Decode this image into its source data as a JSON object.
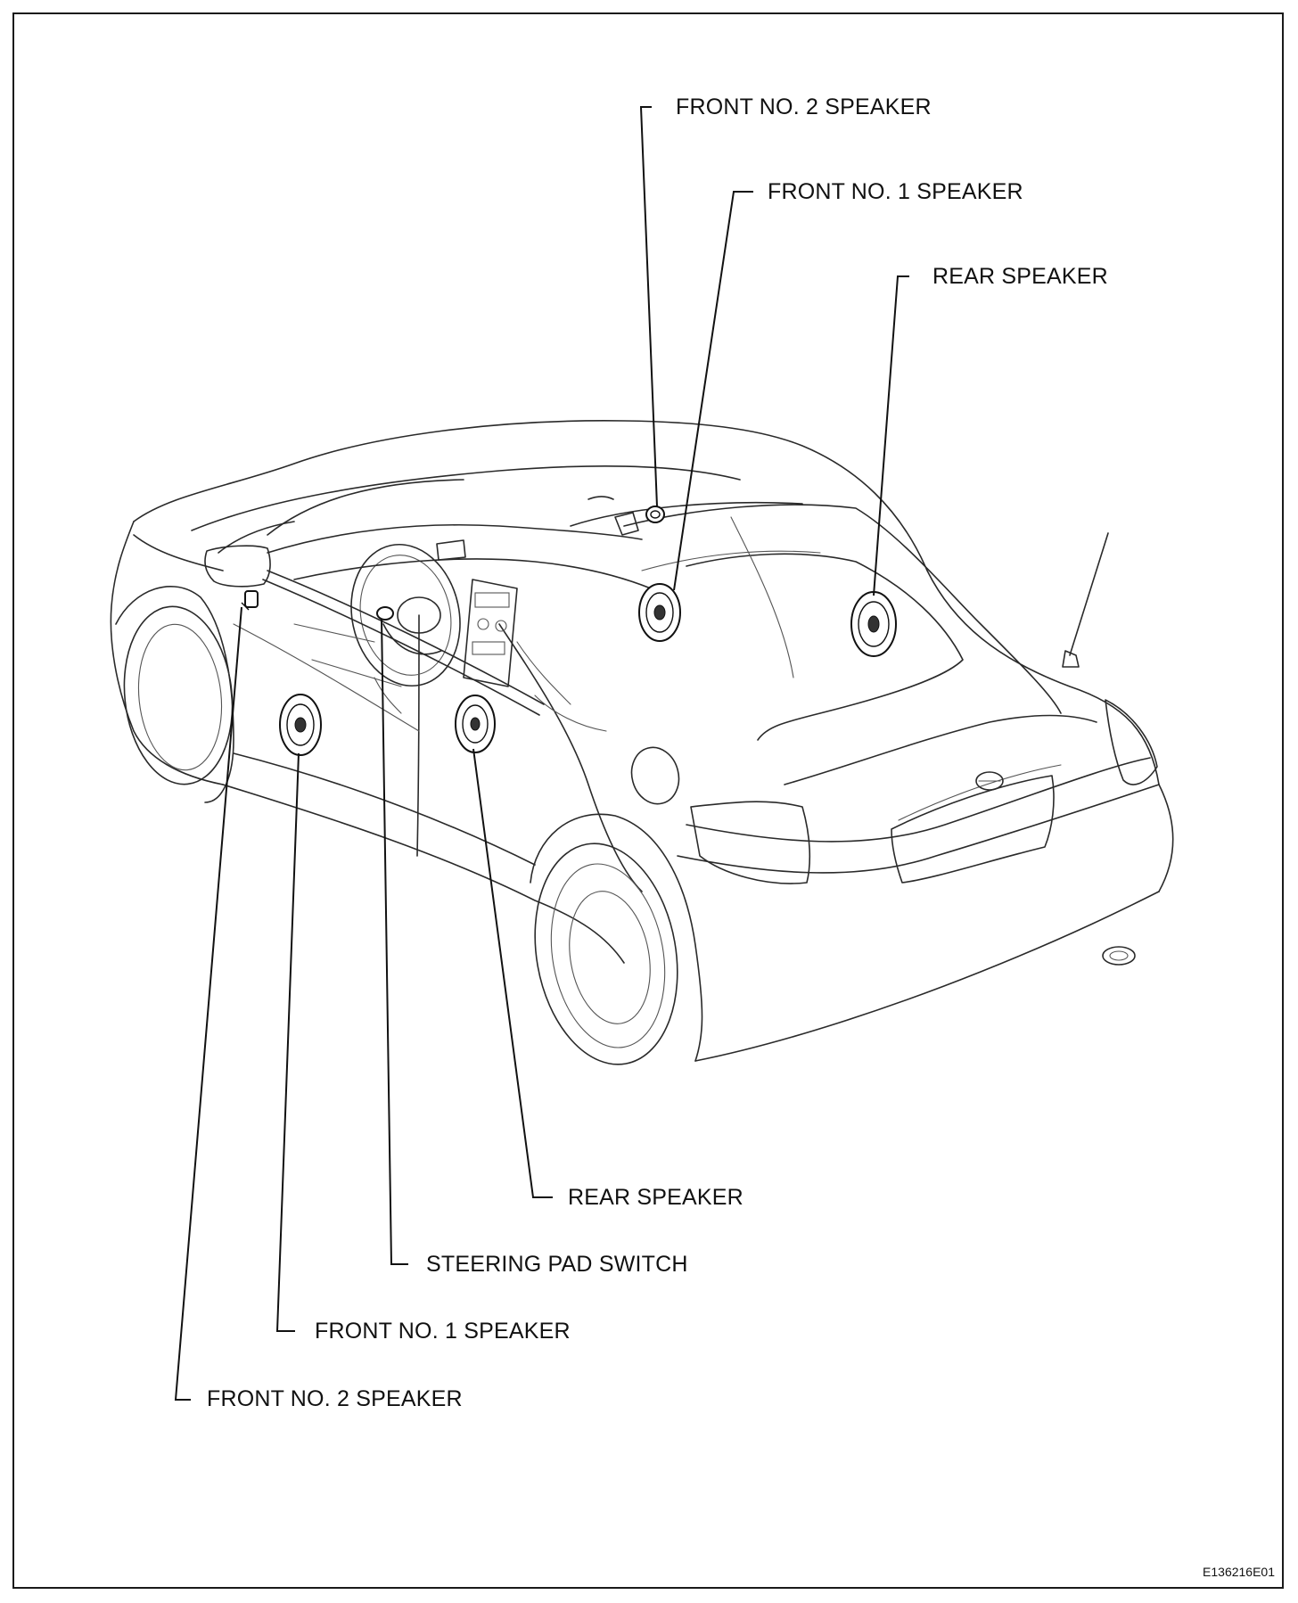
{
  "callouts": {
    "front_no2_speaker_top": "FRONT NO. 2 SPEAKER",
    "front_no1_speaker_top": "FRONT NO. 1 SPEAKER",
    "rear_speaker_top": "REAR SPEAKER",
    "rear_speaker_bottom": "REAR SPEAKER",
    "steering_pad_switch": "STEERING PAD SWITCH",
    "front_no1_speaker_bottom": "FRONT NO. 1 SPEAKER",
    "front_no2_speaker_bottom": "FRONT NO. 2 SPEAKER"
  },
  "figure_id": "E136216E01",
  "colors": {
    "line": "#2a2a2a",
    "background": "#ffffff",
    "frame": "#1a1a1a"
  }
}
